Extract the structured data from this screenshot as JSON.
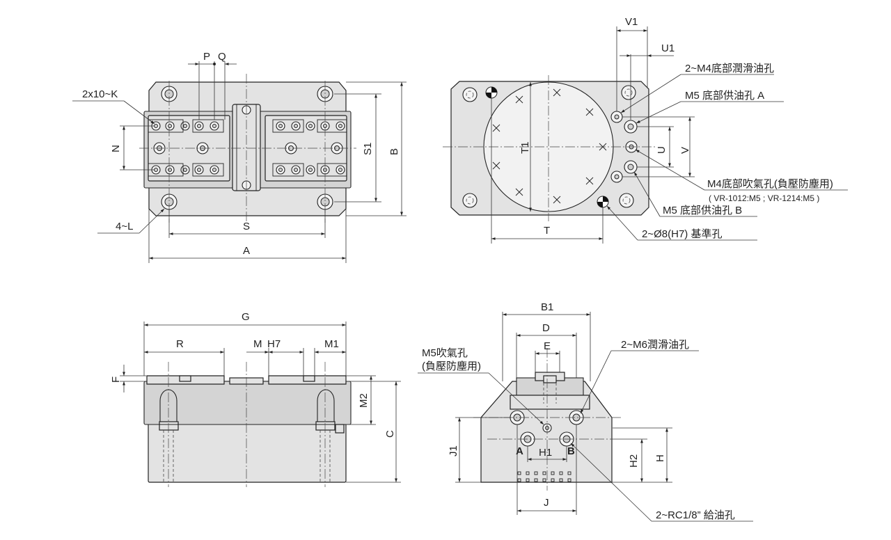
{
  "drawing": {
    "top_view": {
      "dims": [
        "P",
        "Q",
        "N",
        "S1",
        "B",
        "S",
        "A"
      ],
      "callouts": {
        "k": "2x10~K",
        "l": "4~L"
      }
    },
    "bottom_view": {
      "dims": [
        "V1",
        "U1",
        "U",
        "V",
        "T1",
        "T"
      ],
      "callouts": {
        "lube_m4": "2~M4底部潤滑油孔",
        "supply_a": "M5 底部供油孔  A",
        "air_m4": "M4底部吹氣孔(負壓防塵用)",
        "air_m4_note": "( VR-1012:M5 ; VR-1214:M5 )",
        "supply_b": "M5 底部供油孔  B",
        "ref_hole": "2~Ø8(H7) 基準孔"
      }
    },
    "front_view": {
      "dims": [
        "G",
        "R",
        "M",
        "H7",
        "M1",
        "F",
        "M2",
        "C"
      ]
    },
    "side_view": {
      "dims": [
        "B1",
        "D",
        "E",
        "J1",
        "H1",
        "J",
        "H2",
        "H"
      ],
      "port_a": "A",
      "port_b": "B",
      "callouts": {
        "air_m5_1": "M5吹氣孔",
        "air_m5_2": "(負壓防塵用)",
        "lube_m6": "2~M6潤滑油孔",
        "supply_rc": "2~RC1/8” 給油孔"
      }
    }
  }
}
